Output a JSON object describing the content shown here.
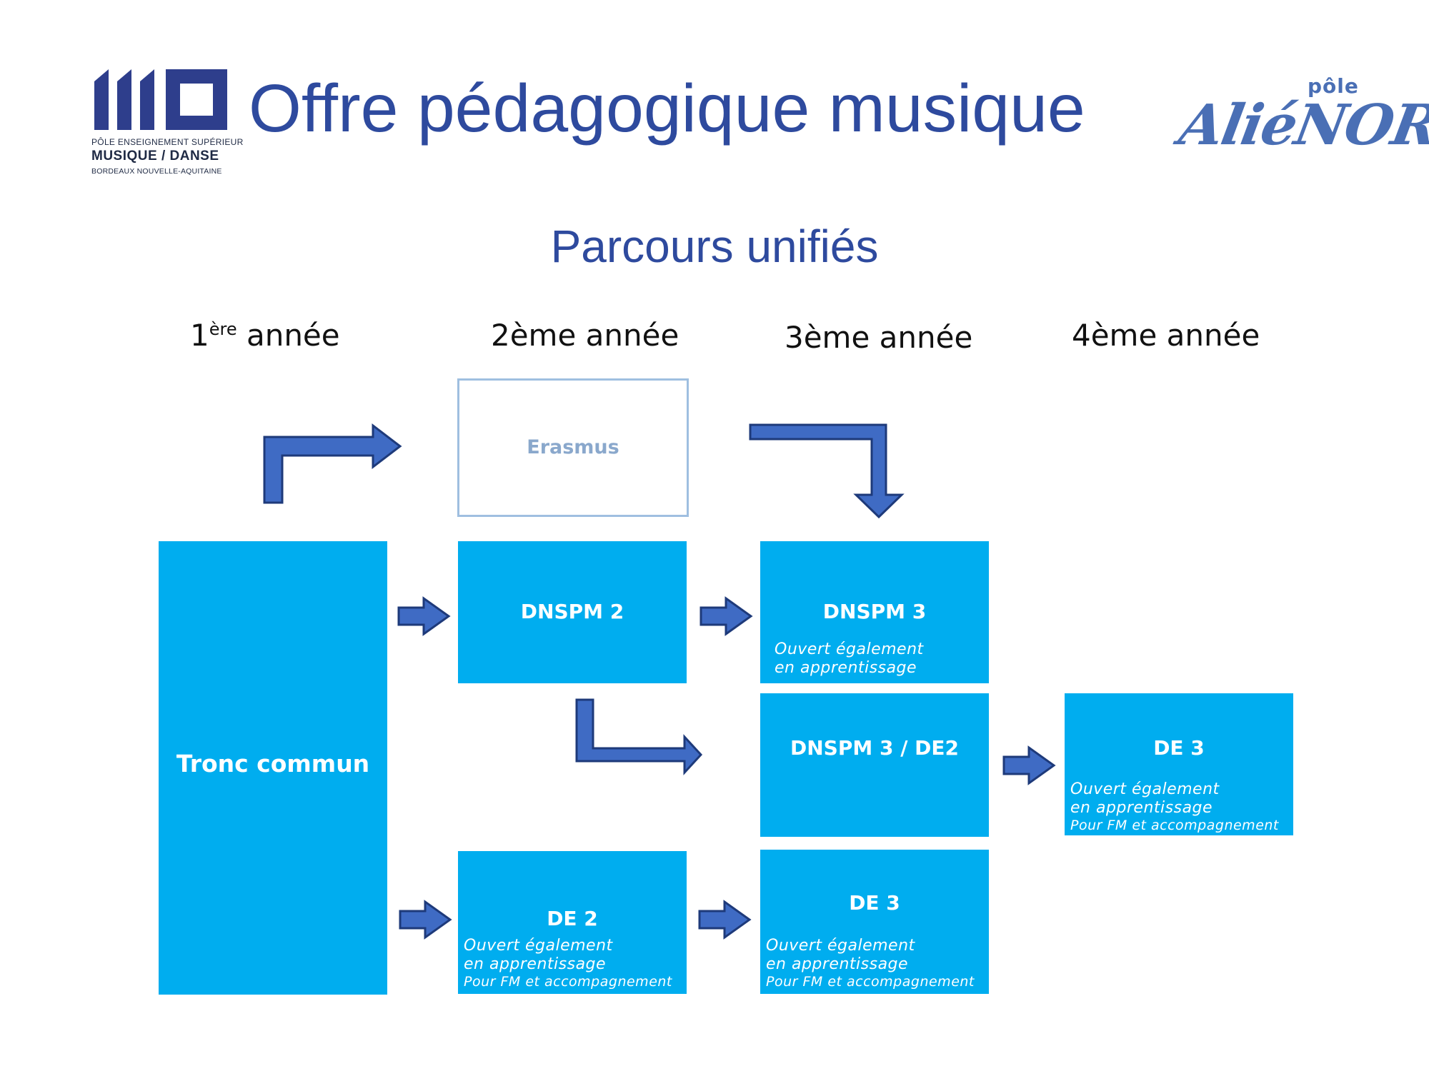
{
  "header": {
    "title": "Offre pédagogique musique",
    "logo_left": {
      "line1": "PÔLE ENSEIGNEMENT SUPÉRIEUR",
      "line2": "MUSIQUE / DANSE",
      "line3": "BORDEAUX NOUVELLE-AQUITAINE"
    },
    "logo_right": {
      "small": "pôle",
      "word": "AliéNOR"
    }
  },
  "subtitle": "Parcours unifiés",
  "years": {
    "y1_number": "1",
    "y1_sup": "ère",
    "y1_word": " année",
    "y2": "2ème année",
    "y3": "3ème année",
    "y4": "4ème année"
  },
  "boxes": {
    "erasmus": {
      "title": "Erasmus"
    },
    "tronc": {
      "title": "Tronc commun"
    },
    "dnspm2": {
      "title": "DNSPM 2"
    },
    "dnspm3": {
      "title": "DNSPM 3",
      "note1": "Ouvert également",
      "note2": "en apprentissage"
    },
    "dnspm3_de2": {
      "title": "DNSPM 3 / DE2"
    },
    "de3_right": {
      "title": "DE 3",
      "note1": "Ouvert également",
      "note2": "en apprentissage",
      "note3": "Pour FM et accompagnement"
    },
    "de2": {
      "title": "DE 2",
      "note1": "Ouvert également",
      "note2": "en apprentissage",
      "note3": "Pour FM et accompagnement"
    },
    "de3_bottom": {
      "title": "DE 3",
      "note1": "Ouvert également",
      "note2": "en apprentissage",
      "note3": "Pour FM et accompagnement"
    }
  },
  "colors": {
    "box_fill": "#00adef",
    "arrow_fill": "#3f6bc4",
    "arrow_stroke": "#1e3a7a",
    "title_blue": "#2e4a9e"
  }
}
